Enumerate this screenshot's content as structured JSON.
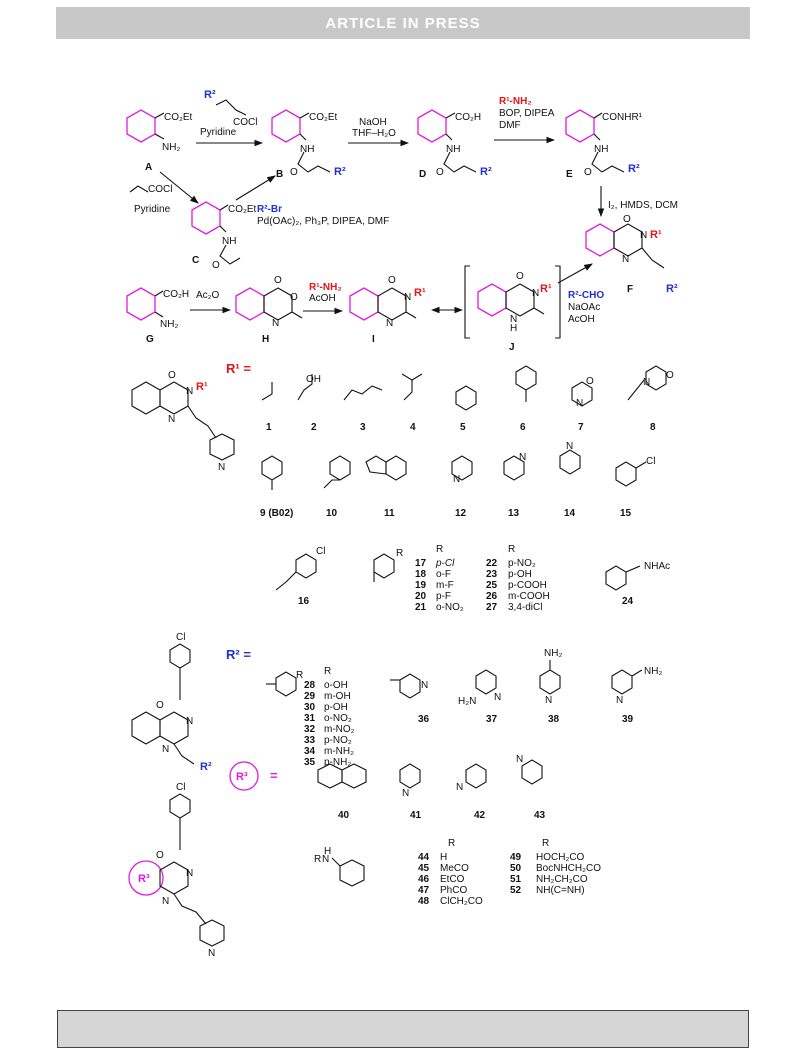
{
  "banner": "ARTICLE IN PRESS",
  "compounds": {
    "A": "A",
    "B": "B",
    "C": "C",
    "D": "D",
    "E": "E",
    "F": "F",
    "G": "G",
    "H": "H",
    "I": "I",
    "J": "J"
  },
  "reagents": {
    "r1_top": "COCl",
    "r1_pyridine": "Pyridine",
    "r2_naoh": "NaOH",
    "r2_thf": "THF–H₂O",
    "r3_amine": "R¹-NH₂",
    "r3_bop": "BOP, DIPEA",
    "r3_dmf": "DMF",
    "r4_acryl": "COCl",
    "r4_pyridine": "Pyridine",
    "r5_br": "R²-Br",
    "r5_cond": "Pd(OAc)₂, Ph₃P, DIPEA, DMF",
    "r6_cond": "I₂, HMDS, DCM",
    "r7_ac2o": "Ac₂O",
    "r8_amine": "R¹-NH₂",
    "r8_acoh": "AcOH",
    "r9_cho": "R²-CHO",
    "r9_naoac": "NaOAc",
    "r9_acoh": "AcOH"
  },
  "groups": {
    "CO2Et": "CO₂Et",
    "NH2": "NH₂",
    "NH": "NH",
    "CO2H": "CO₂H",
    "CONHR1": "CONHR¹",
    "O": "O",
    "N": "N",
    "H": "H",
    "Cl": "Cl",
    "R1": "R¹",
    "R2": "R²",
    "R3": "R³"
  },
  "r1_section": {
    "header": "R¹ =",
    "labels": [
      "1",
      "2",
      "3",
      "4",
      "5",
      "6",
      "7",
      "8",
      "9 (B02)",
      "10",
      "11",
      "12",
      "13",
      "14",
      "15",
      "16",
      "24"
    ],
    "sub_r": "R",
    "table_a": [
      [
        "17",
        "p-Cl"
      ],
      [
        "18",
        "o-F"
      ],
      [
        "19",
        "m-F"
      ],
      [
        "20",
        "p-F"
      ],
      [
        "21",
        "o-NO₂"
      ]
    ],
    "table_b": [
      [
        "22",
        "p-NO₂"
      ],
      [
        "23",
        "p-OH"
      ],
      [
        "25",
        "p-COOH"
      ],
      [
        "26",
        "m-COOH"
      ],
      [
        "27",
        "3,4-diCl"
      ]
    ],
    "nhac": "NHAc",
    "oh": "OH"
  },
  "r2_section": {
    "header": "R² =",
    "sub_r": "R",
    "table": [
      [
        "28",
        "o-OH"
      ],
      [
        "29",
        "m-OH"
      ],
      [
        "30",
        "p-OH"
      ],
      [
        "31",
        "o-NO₂"
      ],
      [
        "32",
        "m-NO₂"
      ],
      [
        "33",
        "p-NO₂"
      ],
      [
        "34",
        "m-NH₂"
      ],
      [
        "35",
        "p-NH₂"
      ]
    ],
    "labels": [
      "36",
      "37",
      "38",
      "39"
    ],
    "amine": "H₂N",
    "amine2": "NH₂"
  },
  "r3_section": {
    "eq": "=",
    "labels": [
      "40",
      "41",
      "42",
      "43"
    ],
    "sub_r": "R",
    "table_a": [
      [
        "44",
        "H"
      ],
      [
        "45",
        "MeCO"
      ],
      [
        "46",
        "EtCO"
      ],
      [
        "47",
        "PhCO"
      ],
      [
        "48",
        "ClCH₂CO"
      ]
    ],
    "table_b": [
      [
        "49",
        "HOCH₂CO"
      ],
      [
        "50",
        "BocNHCH₂CO"
      ],
      [
        "51",
        "NH₂CH₂CO"
      ],
      [
        "52",
        "NH(C=NH)"
      ]
    ]
  },
  "colors": {
    "r1": "#e0161b",
    "r2": "#1f2fd6",
    "r3": "#e01ae0"
  }
}
